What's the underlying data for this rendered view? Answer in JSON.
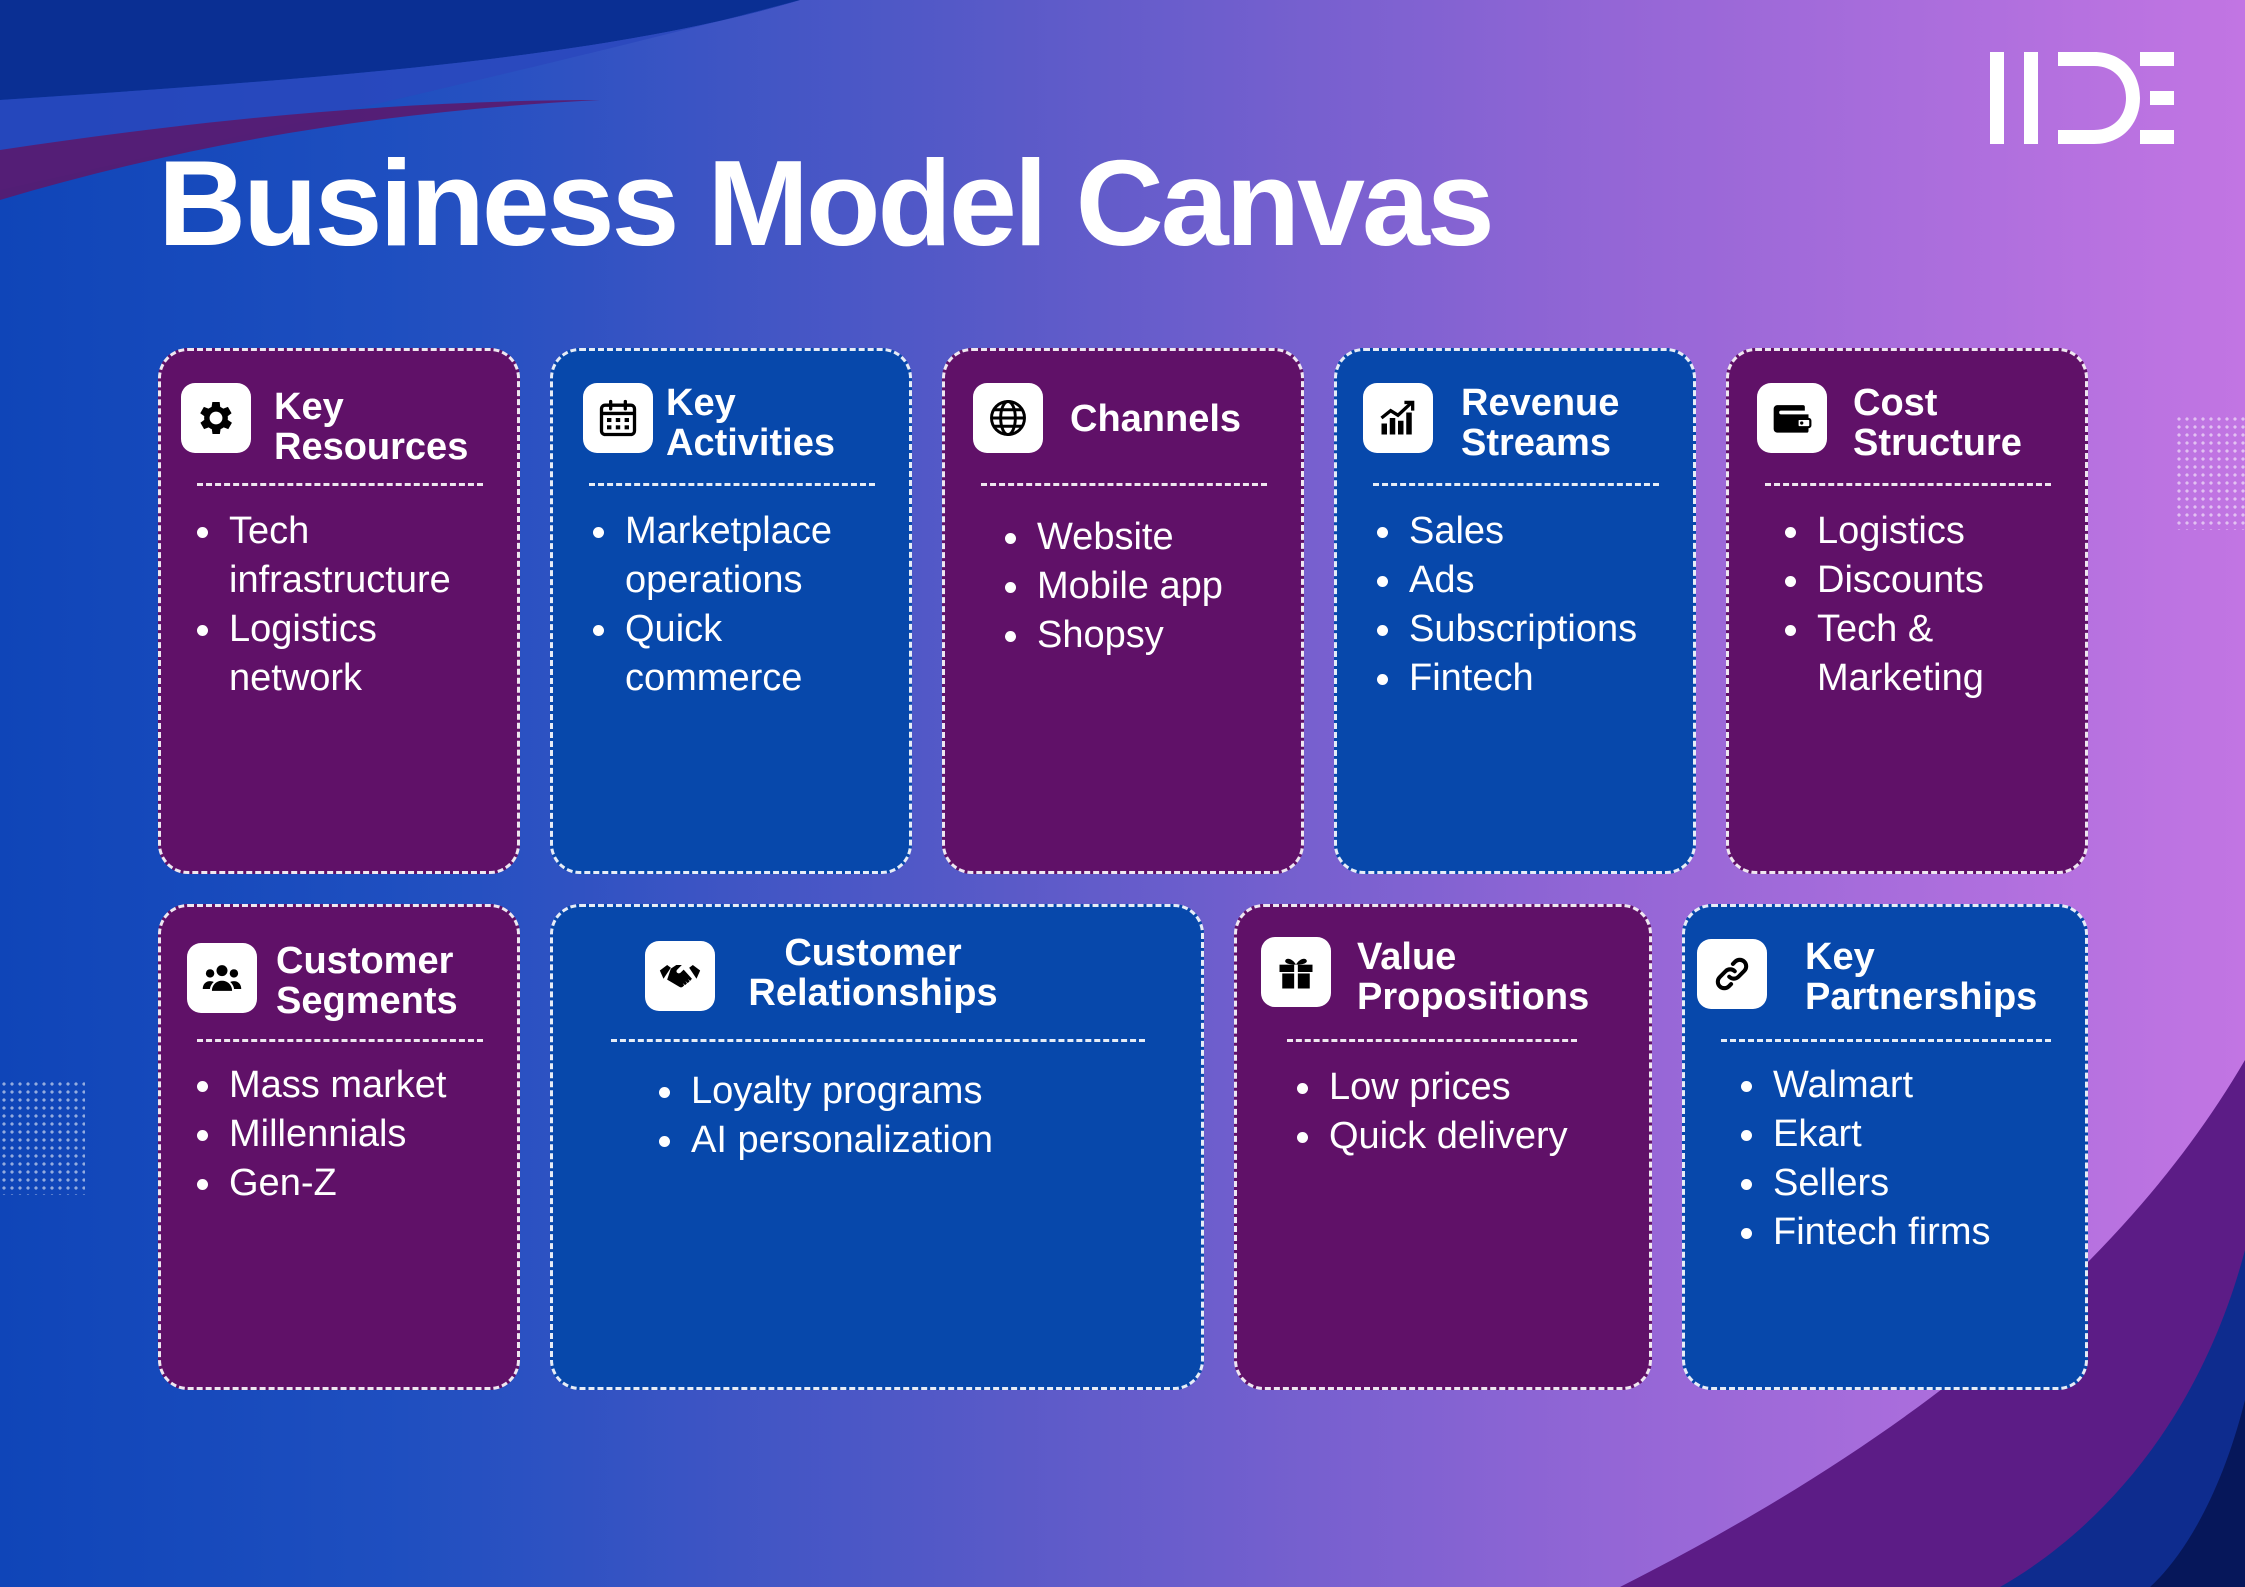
{
  "brand": {
    "logo_text": "IIDE"
  },
  "title": "Business Model Canvas",
  "cards": [
    {
      "title_lines": [
        "Key",
        "Resources"
      ],
      "icon": "gear-icon",
      "items": [
        "Tech infrastructure",
        "Logistics network"
      ]
    },
    {
      "title_lines": [
        "Key",
        "Activities"
      ],
      "icon": "calendar-icon",
      "items": [
        "Marketplace operations",
        "Quick commerce"
      ]
    },
    {
      "title_lines": [
        "Channels"
      ],
      "icon": "globe-icon",
      "items": [
        "Website",
        "Mobile app",
        "Shopsy"
      ]
    },
    {
      "title_lines": [
        "Revenue",
        "Streams"
      ],
      "icon": "growth-chart-icon",
      "items": [
        "Sales",
        "Ads",
        "Subscriptions",
        "Fintech"
      ]
    },
    {
      "title_lines": [
        "Cost",
        "Structure"
      ],
      "icon": "wallet-icon",
      "items": [
        "Logistics",
        "Discounts",
        "Tech & Marketing"
      ]
    },
    {
      "title_lines": [
        "Customer",
        "Segments"
      ],
      "icon": "people-group-icon",
      "items": [
        "Mass market",
        "Millennials",
        "Gen-Z"
      ]
    },
    {
      "title_lines": [
        "Customer",
        "Relationships"
      ],
      "icon": "handshake-icon",
      "items": [
        "Loyalty programs",
        "AI personalization"
      ]
    },
    {
      "title_lines": [
        "Value",
        "Propositions"
      ],
      "icon": "gift-icon",
      "items": [
        "Low prices",
        "Quick delivery"
      ]
    },
    {
      "title_lines": [
        "Key",
        "Partnerships"
      ],
      "icon": "link-icon",
      "items": [
        "Walmart",
        "Ekart",
        "Sellers",
        "Fintech firms"
      ]
    }
  ],
  "colors": {
    "card_purple": "#601168",
    "card_blue": "#0748ab",
    "text": "#ffffff",
    "bg_left": "#0f45b8",
    "bg_right": "#c275e3"
  }
}
